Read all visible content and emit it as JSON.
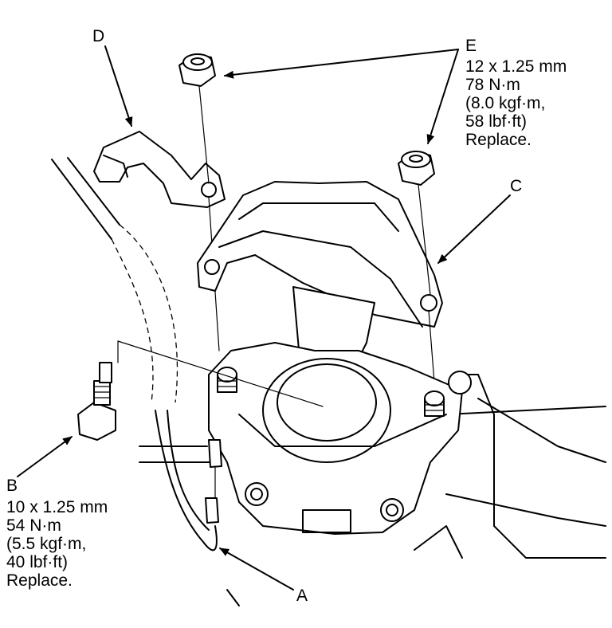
{
  "callouts": {
    "A": {
      "letter": "A"
    },
    "B": {
      "letter": "B",
      "lines": [
        "10 x 1.25 mm",
        "54 N·m",
        "(5.5 kgf·m,",
        "40 lbf·ft)",
        "Replace."
      ]
    },
    "C": {
      "letter": "C"
    },
    "D": {
      "letter": "D"
    },
    "E": {
      "letter": "E",
      "lines": [
        "12 x 1.25 mm",
        "78 N·m",
        "(8.0 kgf·m,",
        "58 lbf·ft)",
        "Replace."
      ]
    }
  }
}
